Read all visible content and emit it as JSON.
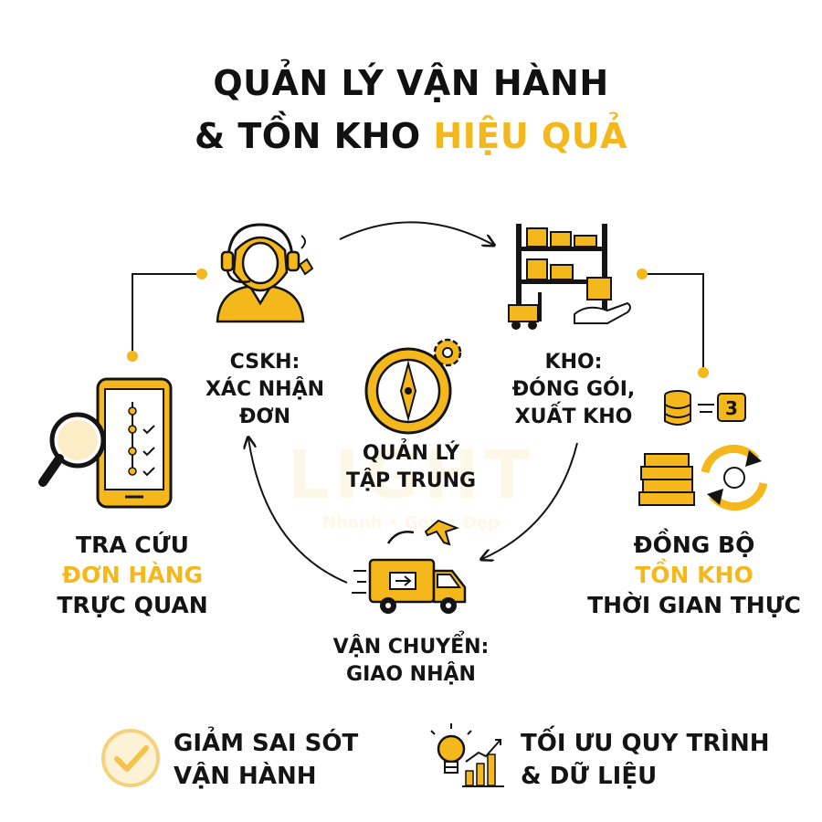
{
  "title": {
    "line1": "QUẢN LÝ VẬN HÀNH",
    "line2_prefix": "& TỒN KHO",
    "line2_highlight": "HIỆU QUẢ"
  },
  "watermark": {
    "brand": "LIGHT",
    "tagline": "Nhanh • Gọn • Đẹp"
  },
  "nodes": {
    "cskh": {
      "line1": "CSKH:",
      "line2": "XÁC NHẬN",
      "line3": "ĐƠN",
      "icon": "headset-agent-icon"
    },
    "kho": {
      "line1": "KHO:",
      "line2": "ĐÓNG GÓI,",
      "line3": "XUẤT KHO",
      "icon": "warehouse-shelf-icon"
    },
    "van_chuyen": {
      "line1": "VẬN CHUYỂN:",
      "line2": "GIAO NHẬN",
      "icon": "delivery-truck-icon"
    },
    "center": {
      "line1": "QUẢN LÝ",
      "line2": "TẬP TRUNG",
      "icon": "compass-gear-icon"
    }
  },
  "side_left": {
    "line1": "TRA CỨU",
    "line2": "ĐƠN HÀNG",
    "line3": "TRỰC QUAN",
    "icon": "phone-magnifier-icon"
  },
  "side_right": {
    "line1": "ĐỒNG BỘ",
    "line2": "TỒN KHO",
    "line3": "THỜI GIAN THỰC",
    "badge": "3",
    "icon": "stock-sync-icon"
  },
  "benefits": [
    {
      "line1": "GIẢM SAI SÓT",
      "line2": "VẬN HÀNH",
      "icon": "check-circle-icon"
    },
    {
      "line1": "TỐI ƯU QUY TRÌNH",
      "line2": "& DỮ LIỆU",
      "icon": "bulb-chart-icon"
    }
  ],
  "colors": {
    "accent": "#f5b81c",
    "dark": "#141414"
  }
}
